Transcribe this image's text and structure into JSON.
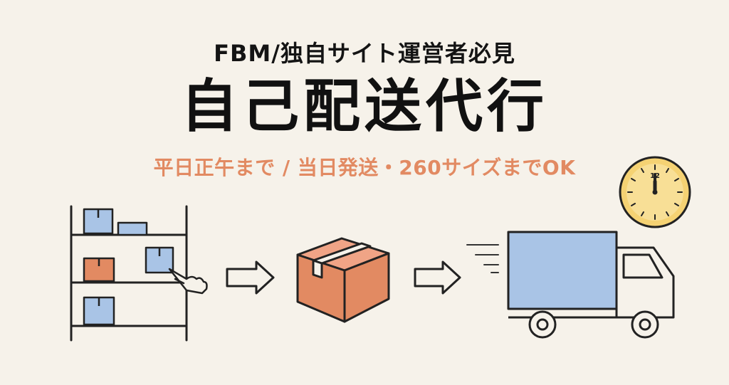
{
  "header": {
    "subtitle": "FBM/独自サイト運営者必見",
    "title": "自己配送代行",
    "tagline": "平日正午まで / 当日発送・260サイズまでOK"
  },
  "clock": {
    "numeral_12": "12"
  },
  "colors": {
    "background": "#f6f2ea",
    "accent_orange": "#e28a62",
    "box_blue": "#a9c4e6",
    "clock_yellow": "#f5d273",
    "ink": "#141414"
  },
  "icons": [
    "shelf-icon",
    "hand-pointer-icon",
    "arrow-right-icon",
    "cardboard-box-icon",
    "delivery-truck-icon",
    "clock-icon"
  ]
}
